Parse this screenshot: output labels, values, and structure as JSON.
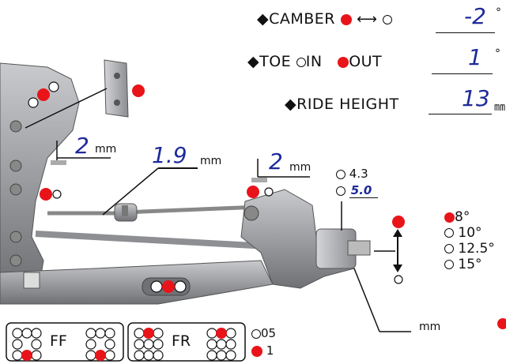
{
  "settings": {
    "camber_label": "◆CAMBER",
    "camber_value": "-2",
    "camber_unit": "°",
    "toe_label": "◆TOE",
    "toe_in": "IN",
    "toe_out": "OUT",
    "toe_value": "1",
    "toe_unit": "°",
    "ride_label": "◆RIDE HEIGHT",
    "ride_value": "13",
    "ride_unit": "㎜"
  },
  "callouts": {
    "spacer_left_value": "2",
    "spacer_left_unit": "mm",
    "link_value": "1.9",
    "link_unit": "mm",
    "spacer_right_value": "2",
    "spacer_right_unit": "mm",
    "kingpin_a": "4.3",
    "kingpin_b": "5.0",
    "bottom_unit": "mm"
  },
  "caster_options": [
    "8°",
    "10°",
    "12.5°",
    "15°"
  ],
  "blocks": {
    "ff": "FF",
    "fr": "FR",
    "opt_a": "05",
    "opt_b": "1"
  },
  "colors": {
    "accent": "#e8141a",
    "value_blue": "#1e2a9a",
    "part_gray": "#9a9ca0"
  }
}
